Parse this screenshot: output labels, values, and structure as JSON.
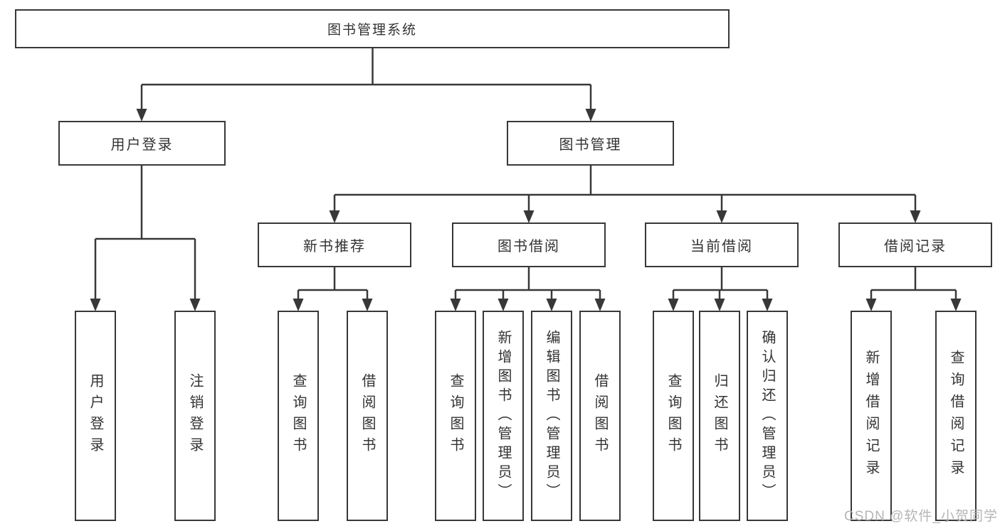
{
  "diagram_title": "图书管理系统",
  "colors": {
    "line": "#383838",
    "text": "#333333",
    "node_fill": "#ffffff",
    "watermark": "#b5b5b5"
  },
  "tree": {
    "label": "图书管理系统",
    "children": [
      {
        "label": "用户登录",
        "children": [
          {
            "label": "用户登录"
          },
          {
            "label": "注销登录"
          }
        ]
      },
      {
        "label": "图书管理",
        "children": [
          {
            "label": "新书推荐",
            "children": [
              {
                "label": "查询图书"
              },
              {
                "label": "借阅图书"
              }
            ]
          },
          {
            "label": "图书借阅",
            "children": [
              {
                "label": "查询图书"
              },
              {
                "label": "新增图书（管理员）"
              },
              {
                "label": "编辑图书（管理员）"
              },
              {
                "label": "借阅图书"
              }
            ]
          },
          {
            "label": "当前借阅",
            "children": [
              {
                "label": "查询图书"
              },
              {
                "label": "归还图书"
              },
              {
                "label": "确认归还（管理员）"
              }
            ]
          },
          {
            "label": "借阅记录",
            "children": [
              {
                "label": "新增借阅记录"
              },
              {
                "label": "查询借阅记录"
              }
            ]
          }
        ]
      }
    ]
  },
  "watermark": "CSDN @软件_小贺同学"
}
